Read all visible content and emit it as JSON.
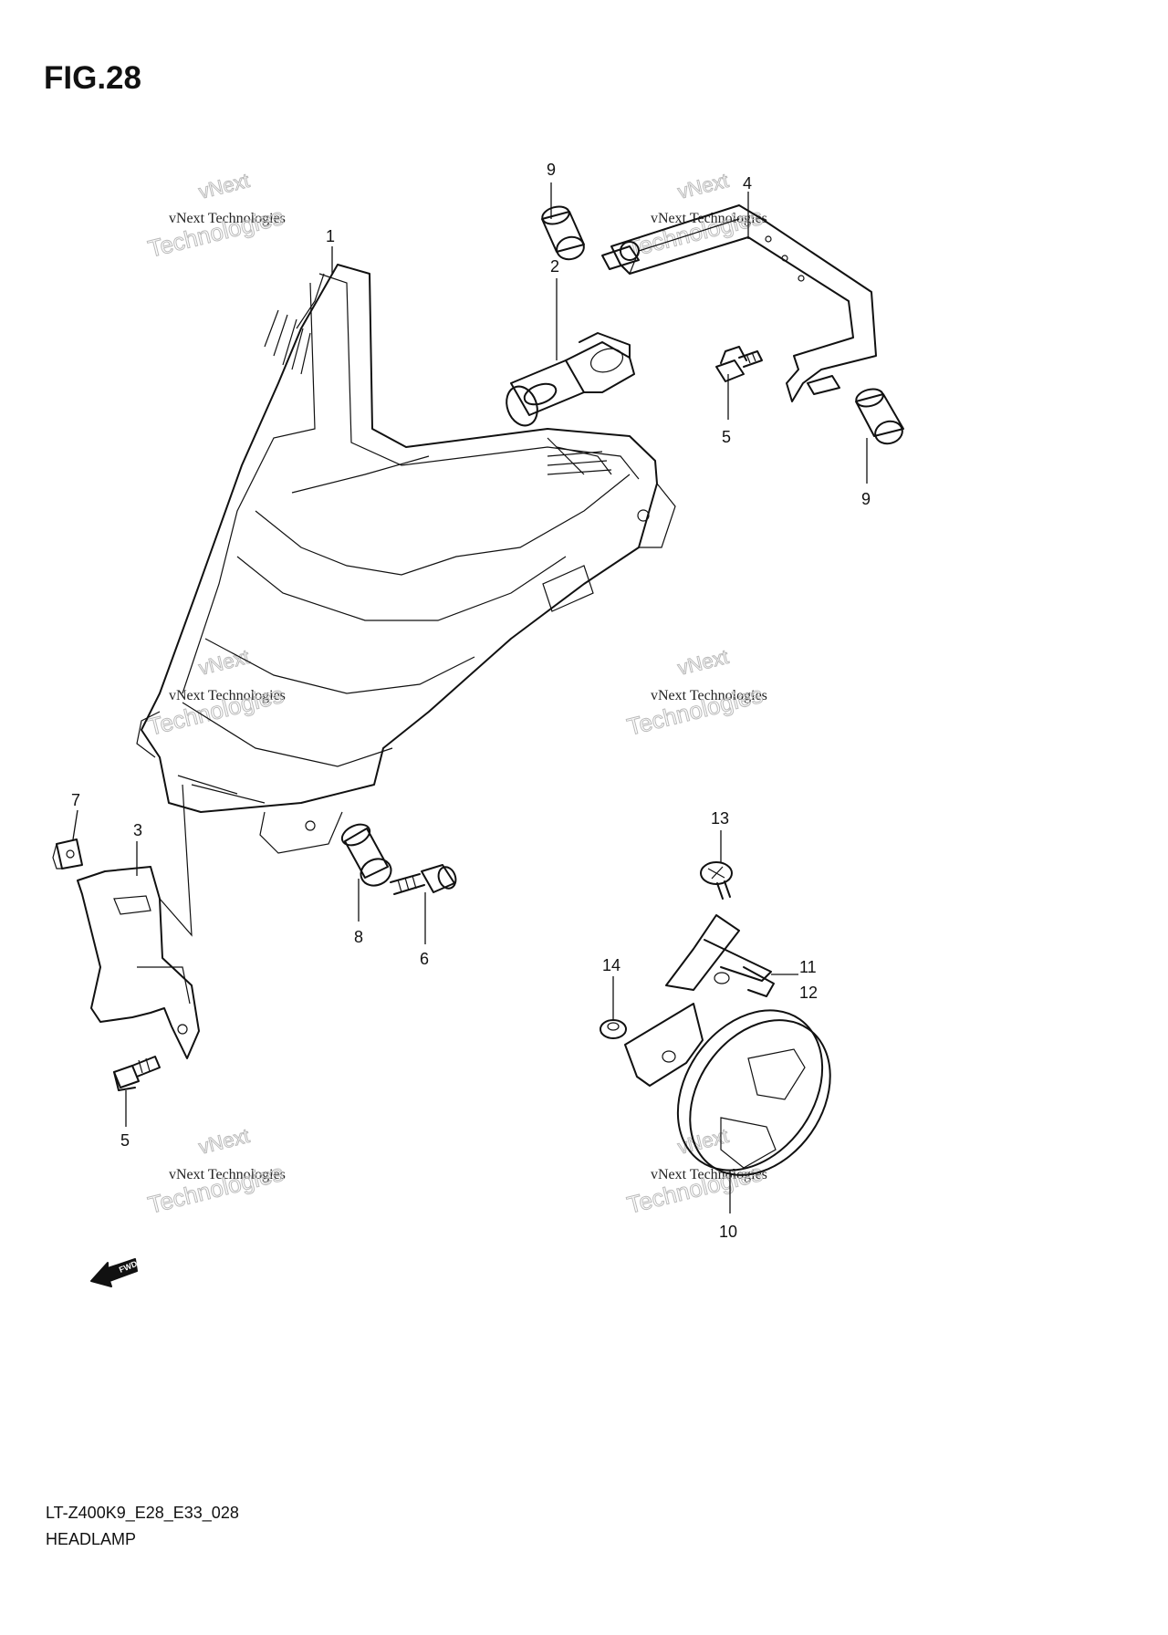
{
  "figure": {
    "title": "FIG.28"
  },
  "watermark": {
    "line1": "vNext Technologies",
    "line2": "Technologies",
    "line3": "vNext"
  },
  "callouts": {
    "c1": "1",
    "c2": "2",
    "c3": "3",
    "c4": "4",
    "c5a": "5",
    "c5b": "5",
    "c6": "6",
    "c7": "7",
    "c8": "8",
    "c9a": "9",
    "c9b": "9",
    "c10": "10",
    "c11": "11",
    "c12": "12",
    "c13": "13",
    "c14": "14"
  },
  "fwd_label": "FWD",
  "caption": {
    "model_code": "LT-Z400K9_E28_E33_028",
    "name": "HEADLAMP"
  }
}
